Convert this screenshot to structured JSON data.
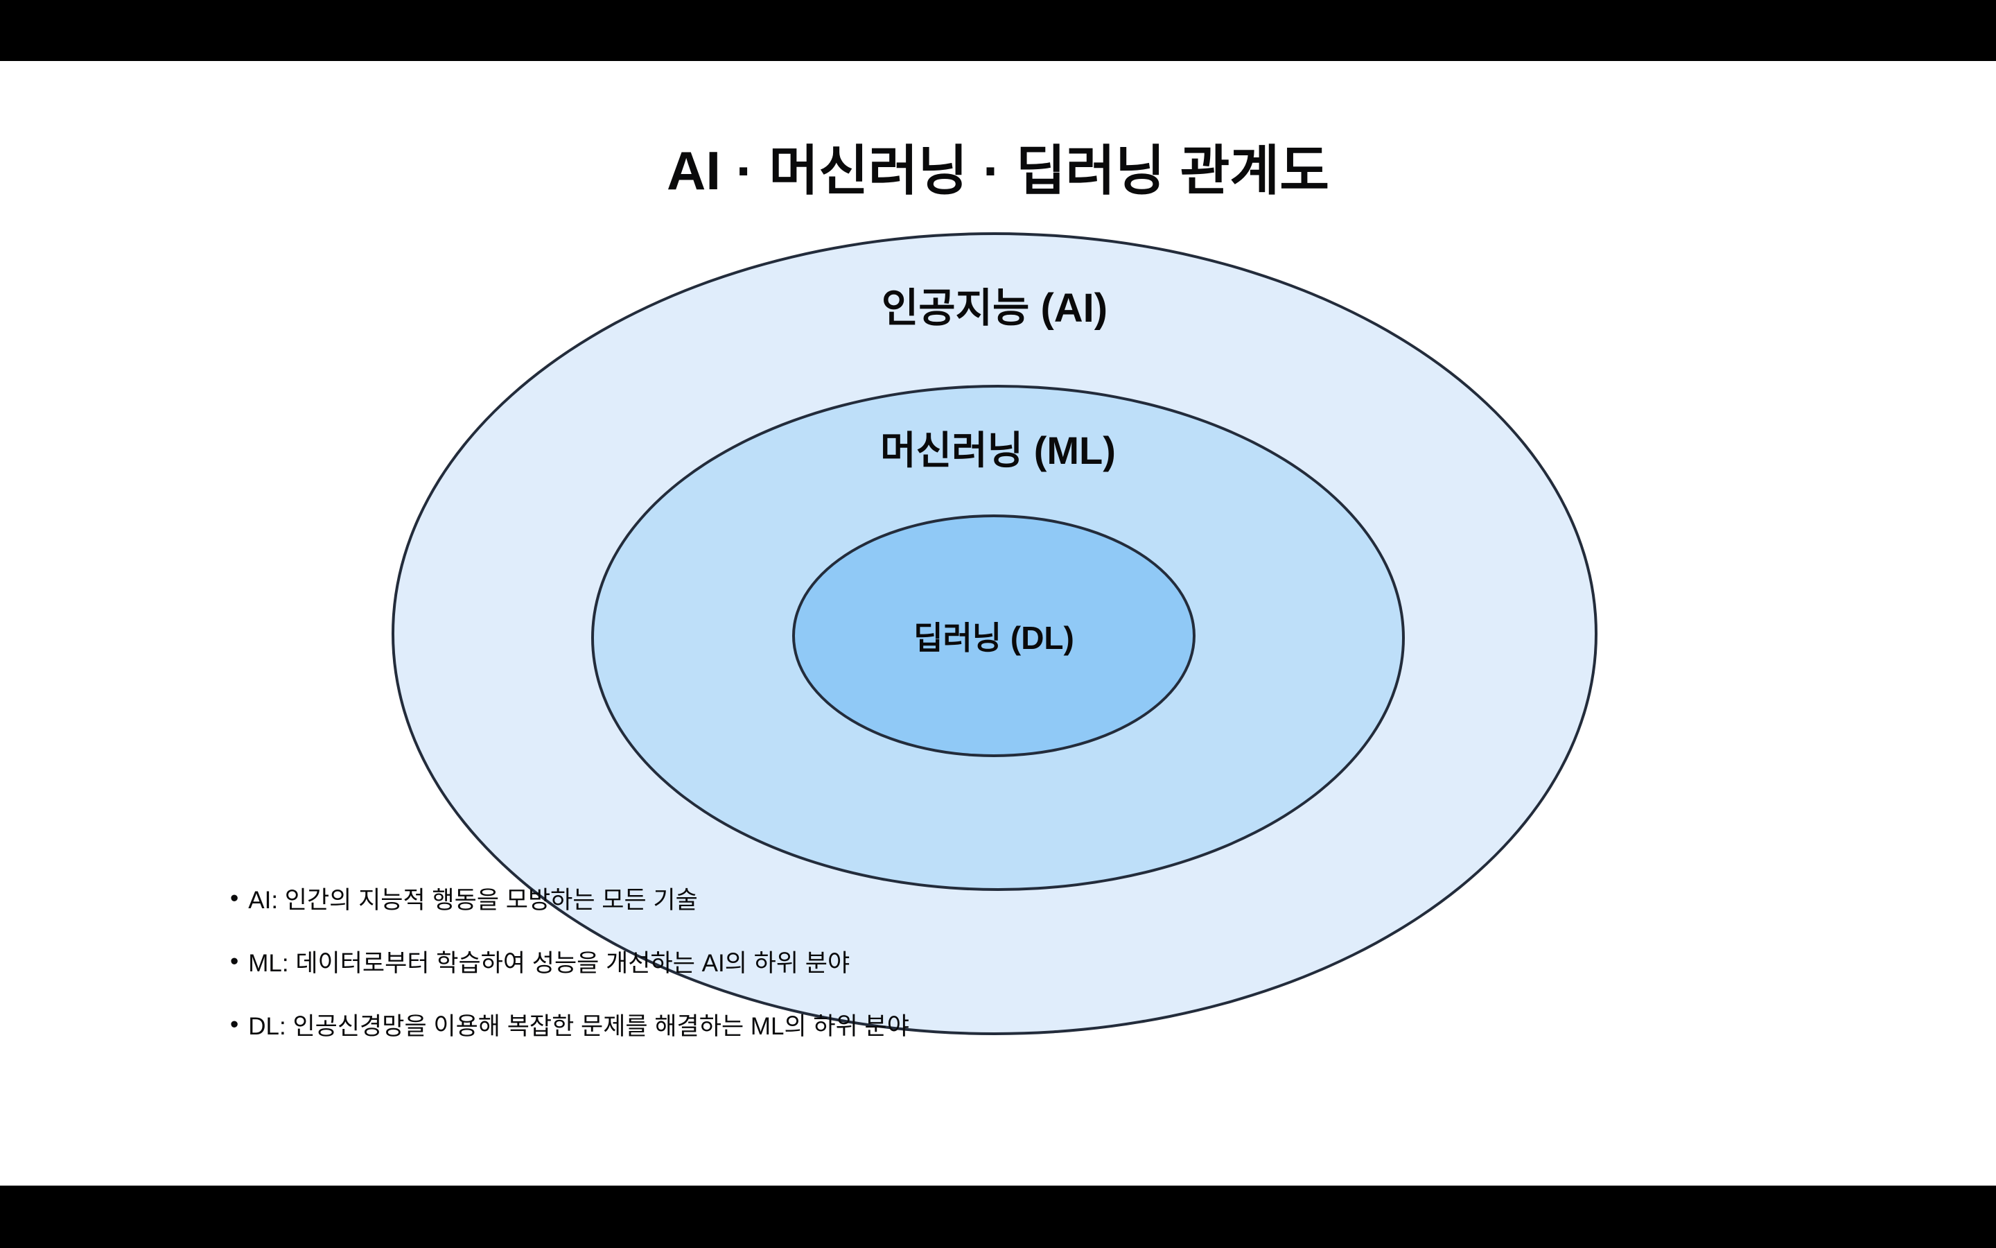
{
  "page": {
    "background_color": "#000000",
    "canvas_color": "#ffffff"
  },
  "title": "AI · 머신러닝 · 딥러닝 관계도",
  "diagram": {
    "type": "nested-venn",
    "stroke_color": "#232c3b",
    "rings": [
      {
        "id": "ai",
        "label": "인공지능 (AI)",
        "fill": "#e0edfb"
      },
      {
        "id": "ml",
        "label": "머신러닝 (ML)",
        "fill": "#bedff9"
      },
      {
        "id": "dl",
        "label": "딥러닝 (DL)",
        "fill": "#90c9f6"
      }
    ]
  },
  "bullet_char": "•",
  "notes": [
    "AI: 인간의 지능적 행동을 모방하는 모든 기술",
    "ML: 데이터로부터 학습하여 성능을 개선하는 AI의 하위 분야",
    "DL: 인공신경망을 이용해 복잡한 문제를 해결하는 ML의 하위 분야"
  ]
}
